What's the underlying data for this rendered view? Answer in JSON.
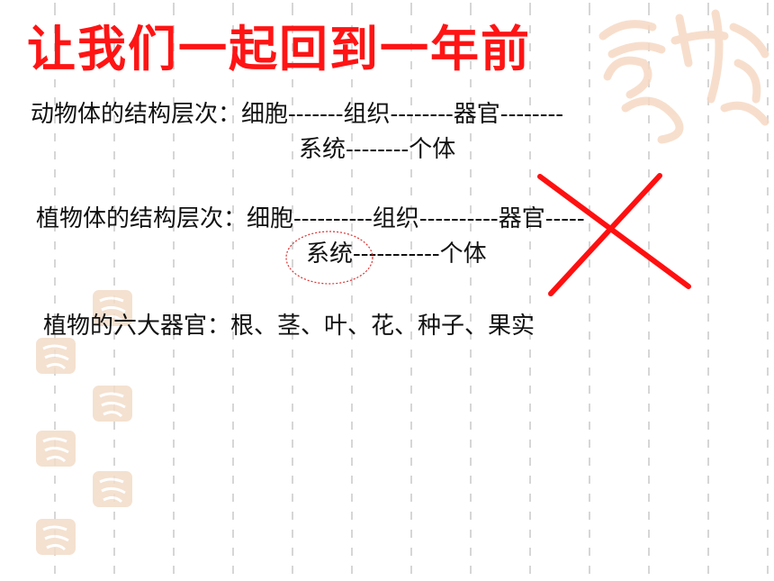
{
  "title": "让我们一起回到一年前",
  "animal": {
    "line1": "动物体的结构层次：细胞-------组织--------器官--------",
    "line2": "系统--------个体"
  },
  "plant": {
    "line1": "植物体的结构层次：细胞----------组织----------器官-----",
    "line2": "系统-----------个体"
  },
  "organs": "植物的六大器官：根、茎、叶、花、种子、果实",
  "colors": {
    "title": "#ff1414",
    "cross": "#ff1010",
    "circle": "#e03030",
    "seal": "#f3dcc8"
  }
}
